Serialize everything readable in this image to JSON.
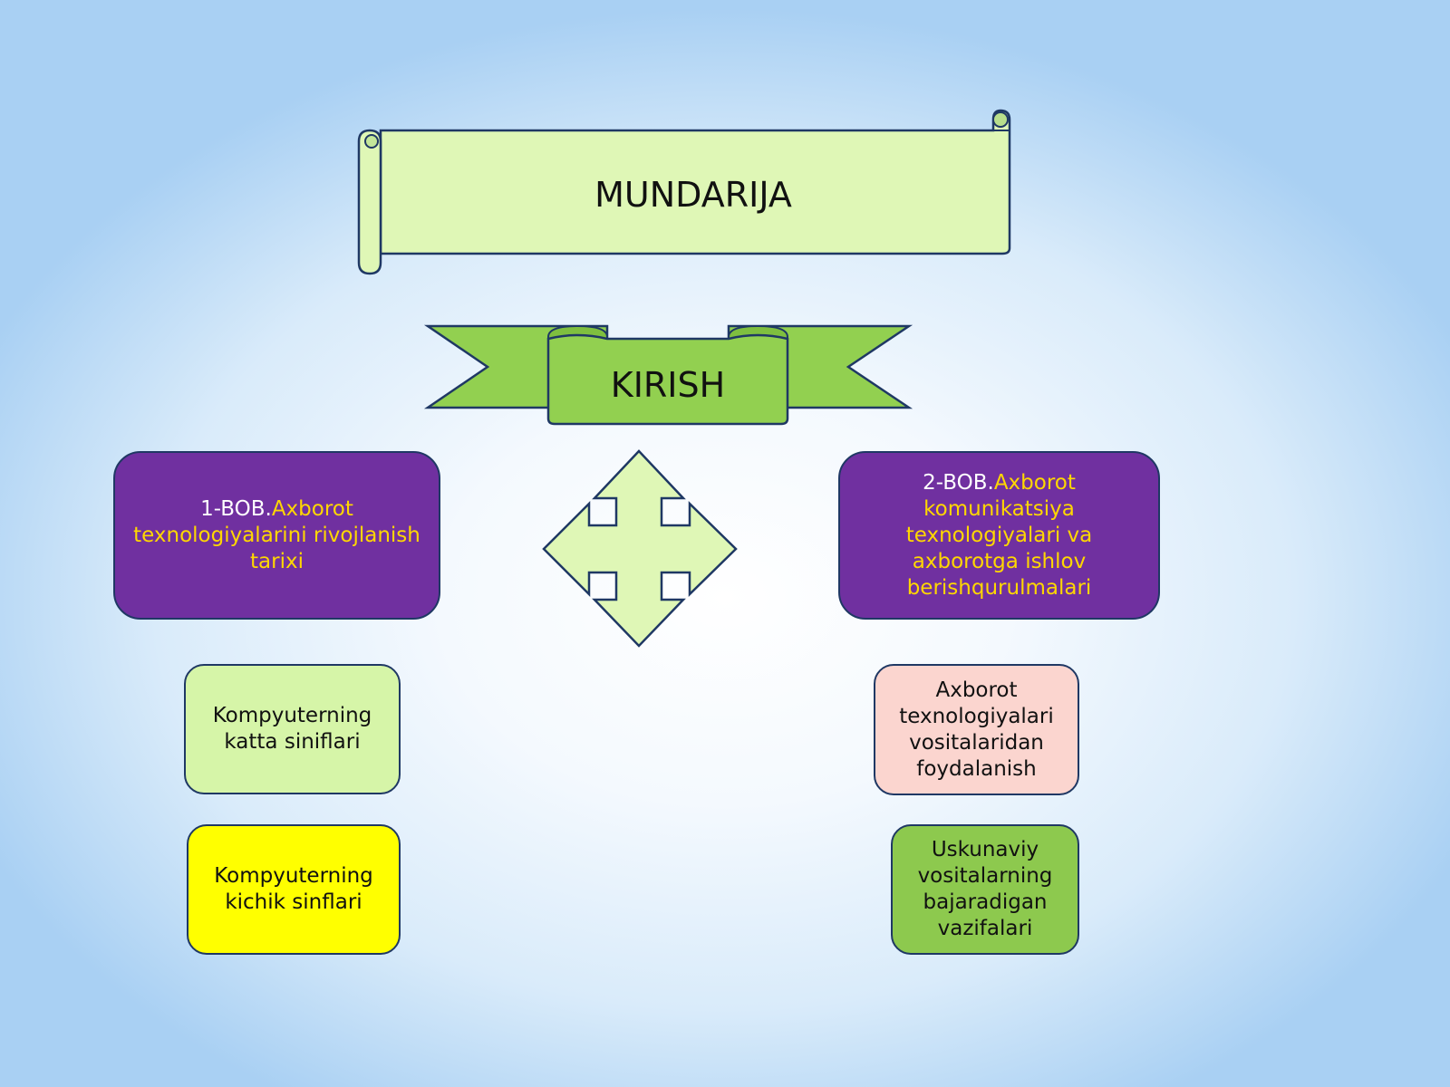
{
  "title": "MUNDARIJA",
  "intro": "KIRISH",
  "chapter1": {
    "prefix": "1-BOB.",
    "title": "Axborot texnologiyalarini rivojlanish tarixi"
  },
  "chapter2": {
    "prefix": "2-BOB.",
    "title": "Axborot komunikatsiya texnologiyalari va axborotga ishlov berishqurulmalari"
  },
  "left_items": [
    "Kompyuterning katta siniflari",
    "Kompyuterning kichik sinflari"
  ],
  "right_items": [
    "Axborot texnologiyalari vositalaridan foydalanish",
    "Uskunaviy vositalarning bajaradigan vazifalari"
  ],
  "colors": {
    "scroll_fill": "#dff7b6",
    "ribbon_fill": "#92d050",
    "chapter_fill": "#7030a0",
    "chapter_highlight": "#ffd700",
    "arrow_fill": "#dff7b6",
    "left_item_1": "#d6f5a8",
    "left_item_2": "#ffff00",
    "right_item_1": "#fbd5cf",
    "right_item_2": "#8dc94e",
    "outline": "#1f3864"
  },
  "icons": {
    "center_arrow": "four-way-arrow-icon"
  }
}
